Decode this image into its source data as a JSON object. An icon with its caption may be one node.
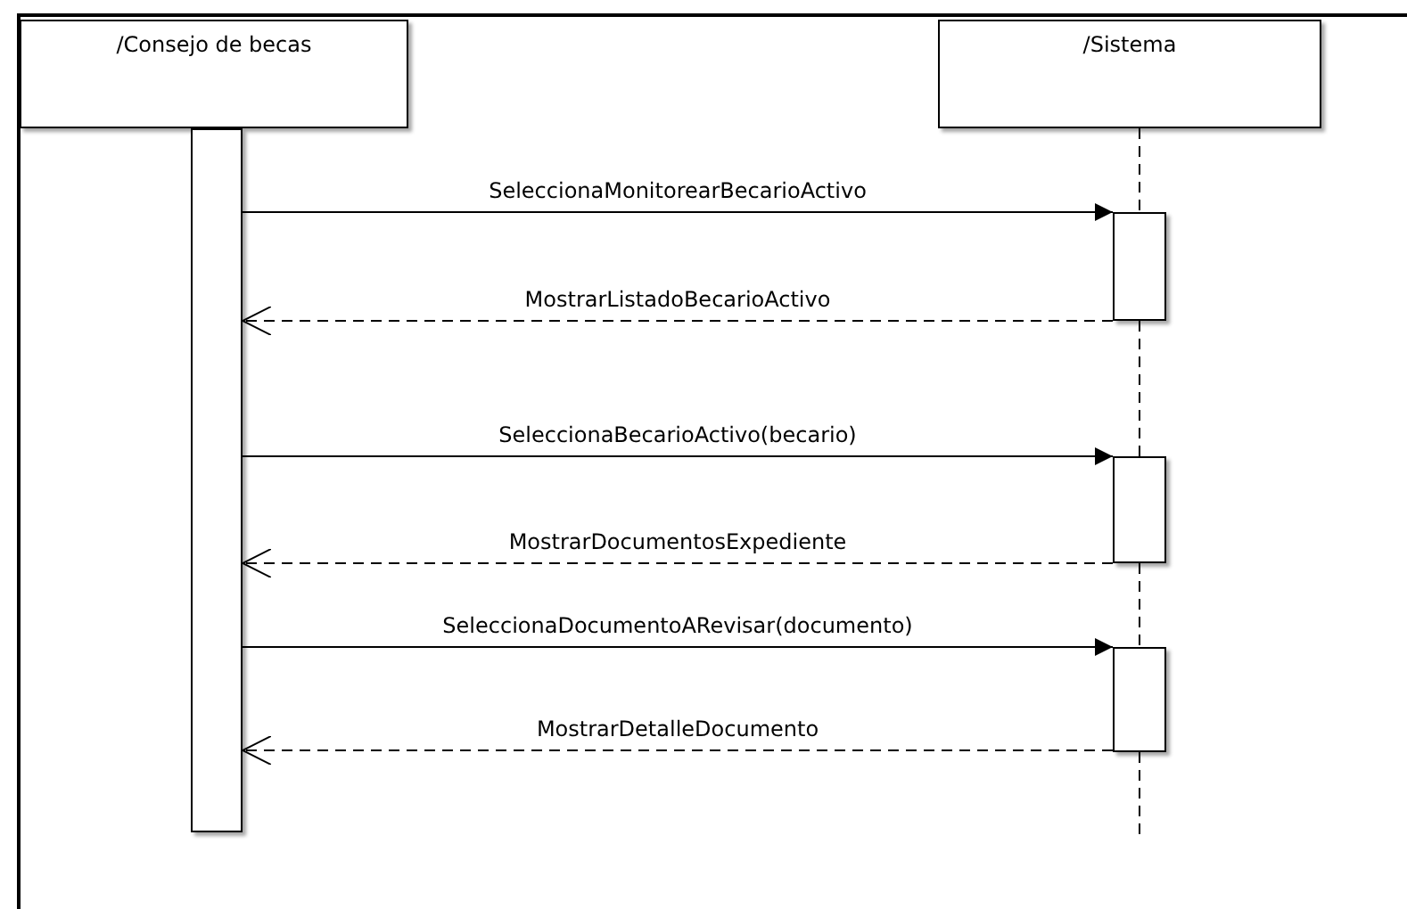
{
  "diagram": {
    "nodes": [
      {
        "text": [
          "/Consejo de becas"
        ]
      },
      {
        "text": [
          "/Sistema"
        ]
      },
      {
        "text": [],
        "shape": "bar"
      },
      {
        "text": [],
        "shape": "bar"
      },
      {
        "text": [],
        "shape": "bar"
      },
      {
        "text": [],
        "shape": "bar"
      }
    ],
    "edges": [
      {
        "from": 2,
        "to": 3,
        "arrow": "to",
        "label": "SeleccionaMonitorearBecarioActivo"
      },
      {
        "from": 3,
        "to": 2,
        "arrow": "to",
        "style": "dashed",
        "label": "MostrarListadoBecarioActivo"
      },
      {
        "from": 2,
        "to": 4,
        "arrow": "to",
        "label": "SeleccionaBecarioActivo(becario)"
      },
      {
        "from": 4,
        "to": 2,
        "arrow": "to",
        "style": "dashed",
        "label": "MostrarDocumentosExpediente"
      },
      {
        "from": 2,
        "to": 5,
        "arrow": "to",
        "label": "SeleccionaDocumentoARevisar(documento)"
      },
      {
        "from": 5,
        "to": 2,
        "arrow": "to",
        "style": "dashed",
        "label": "MostrarDetalleDocumento"
      },
      {
        "from": 1,
        "to": 3,
        "arrow": "none",
        "style": "dashed"
      },
      {
        "from": 3,
        "to": 4,
        "arrow": "none",
        "style": "dashed"
      },
      {
        "from": 4,
        "to": 5,
        "arrow": "none",
        "style": "dashed"
      },
      {
        "from": 5,
        "to": null,
        "arrow": "none",
        "style": "dashed"
      }
    ]
  }
}
